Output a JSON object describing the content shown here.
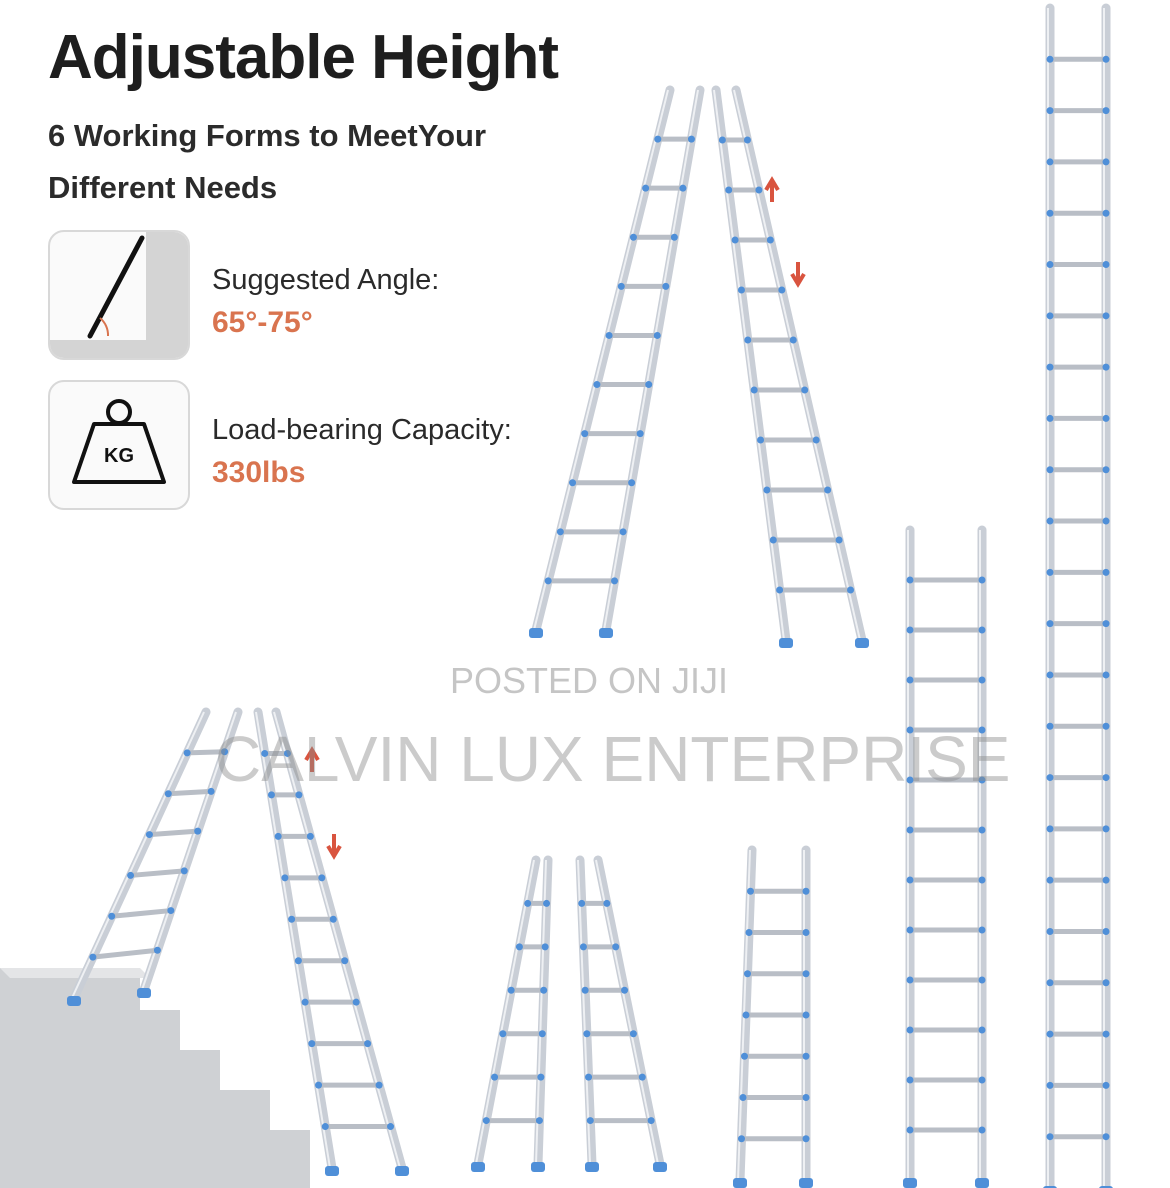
{
  "header": {
    "title": "Adjustable Height",
    "subtitle": "6 Working Forms to MeetYour Different Needs"
  },
  "features": [
    {
      "icon": "ladder-angle-icon",
      "label": "Suggested Angle:",
      "value": "65°-75°"
    },
    {
      "icon": "weight-kg-icon",
      "icon_text": "KG",
      "label": "Load-bearing Capacity:",
      "value": "330lbs"
    }
  ],
  "watermark": {
    "line1": "POSTED ON JIJI",
    "line2": "CALVIN LUX ENTERPRISE"
  },
  "colors": {
    "accent": "#d9744f",
    "ladder_rail": "#c9ced6",
    "ladder_cap": "#4f8fd8",
    "arrow": "#d9543f"
  }
}
